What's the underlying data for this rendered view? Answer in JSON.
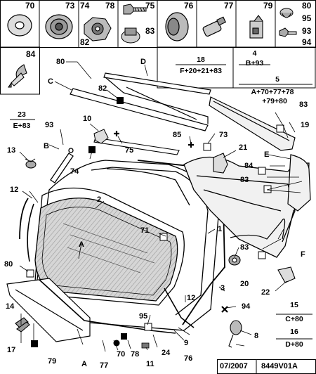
{
  "header_parts": {
    "c70": "70",
    "c73": "73",
    "c74": "74",
    "c82": "82",
    "c78": "78",
    "c75": "75",
    "c83a": "83",
    "c76": "76",
    "c77": "77",
    "c79": "79",
    "c80": "80",
    "c95": "95",
    "c93": "93",
    "c94": "94",
    "c84": "84"
  },
  "formulas": [
    {
      "num": "18",
      "expr": "F+20+21+83"
    },
    {
      "num": "4",
      "expr": "B+93"
    },
    {
      "num": "5",
      "expr": "A+70+77+78",
      "expr2": "+79+80"
    },
    {
      "num": "23",
      "expr": "E+83"
    },
    {
      "num": "15",
      "expr": "C+80"
    },
    {
      "num": "16",
      "expr": "D+80"
    }
  ],
  "callouts": {
    "a": "A",
    "b": "B",
    "c": "C",
    "d": "D",
    "e": "E",
    "f": "F",
    "n1": "1",
    "n2": "2",
    "n3": "3",
    "n8": "8",
    "n9": "9",
    "n10": "10",
    "n11": "11",
    "n12a": "12",
    "n12b": "12",
    "n13": "13",
    "n14": "14",
    "n17": "17",
    "n19": "19",
    "n20": "20",
    "n21": "21",
    "n22": "22",
    "n24": "24",
    "n70": "70",
    "n71": "71",
    "n73": "73",
    "n74": "74",
    "n75": "75",
    "n76": "76",
    "n77": "77",
    "n78": "78",
    "n79": "79",
    "n80a": "80",
    "n80b": "80",
    "n82": "82",
    "n83a": "83",
    "n83b": "83",
    "n83c": "83",
    "n84": "84",
    "n85": "85",
    "n93": "93",
    "n94": "94",
    "n95": "95"
  },
  "footer": {
    "date": "07/2007",
    "ref": "8449V01A"
  },
  "colors": {
    "ink": "#000000",
    "glass": "#cfcfcf",
    "glass_hatch": "#8a8a8a",
    "panel": "#e6e6e6"
  }
}
